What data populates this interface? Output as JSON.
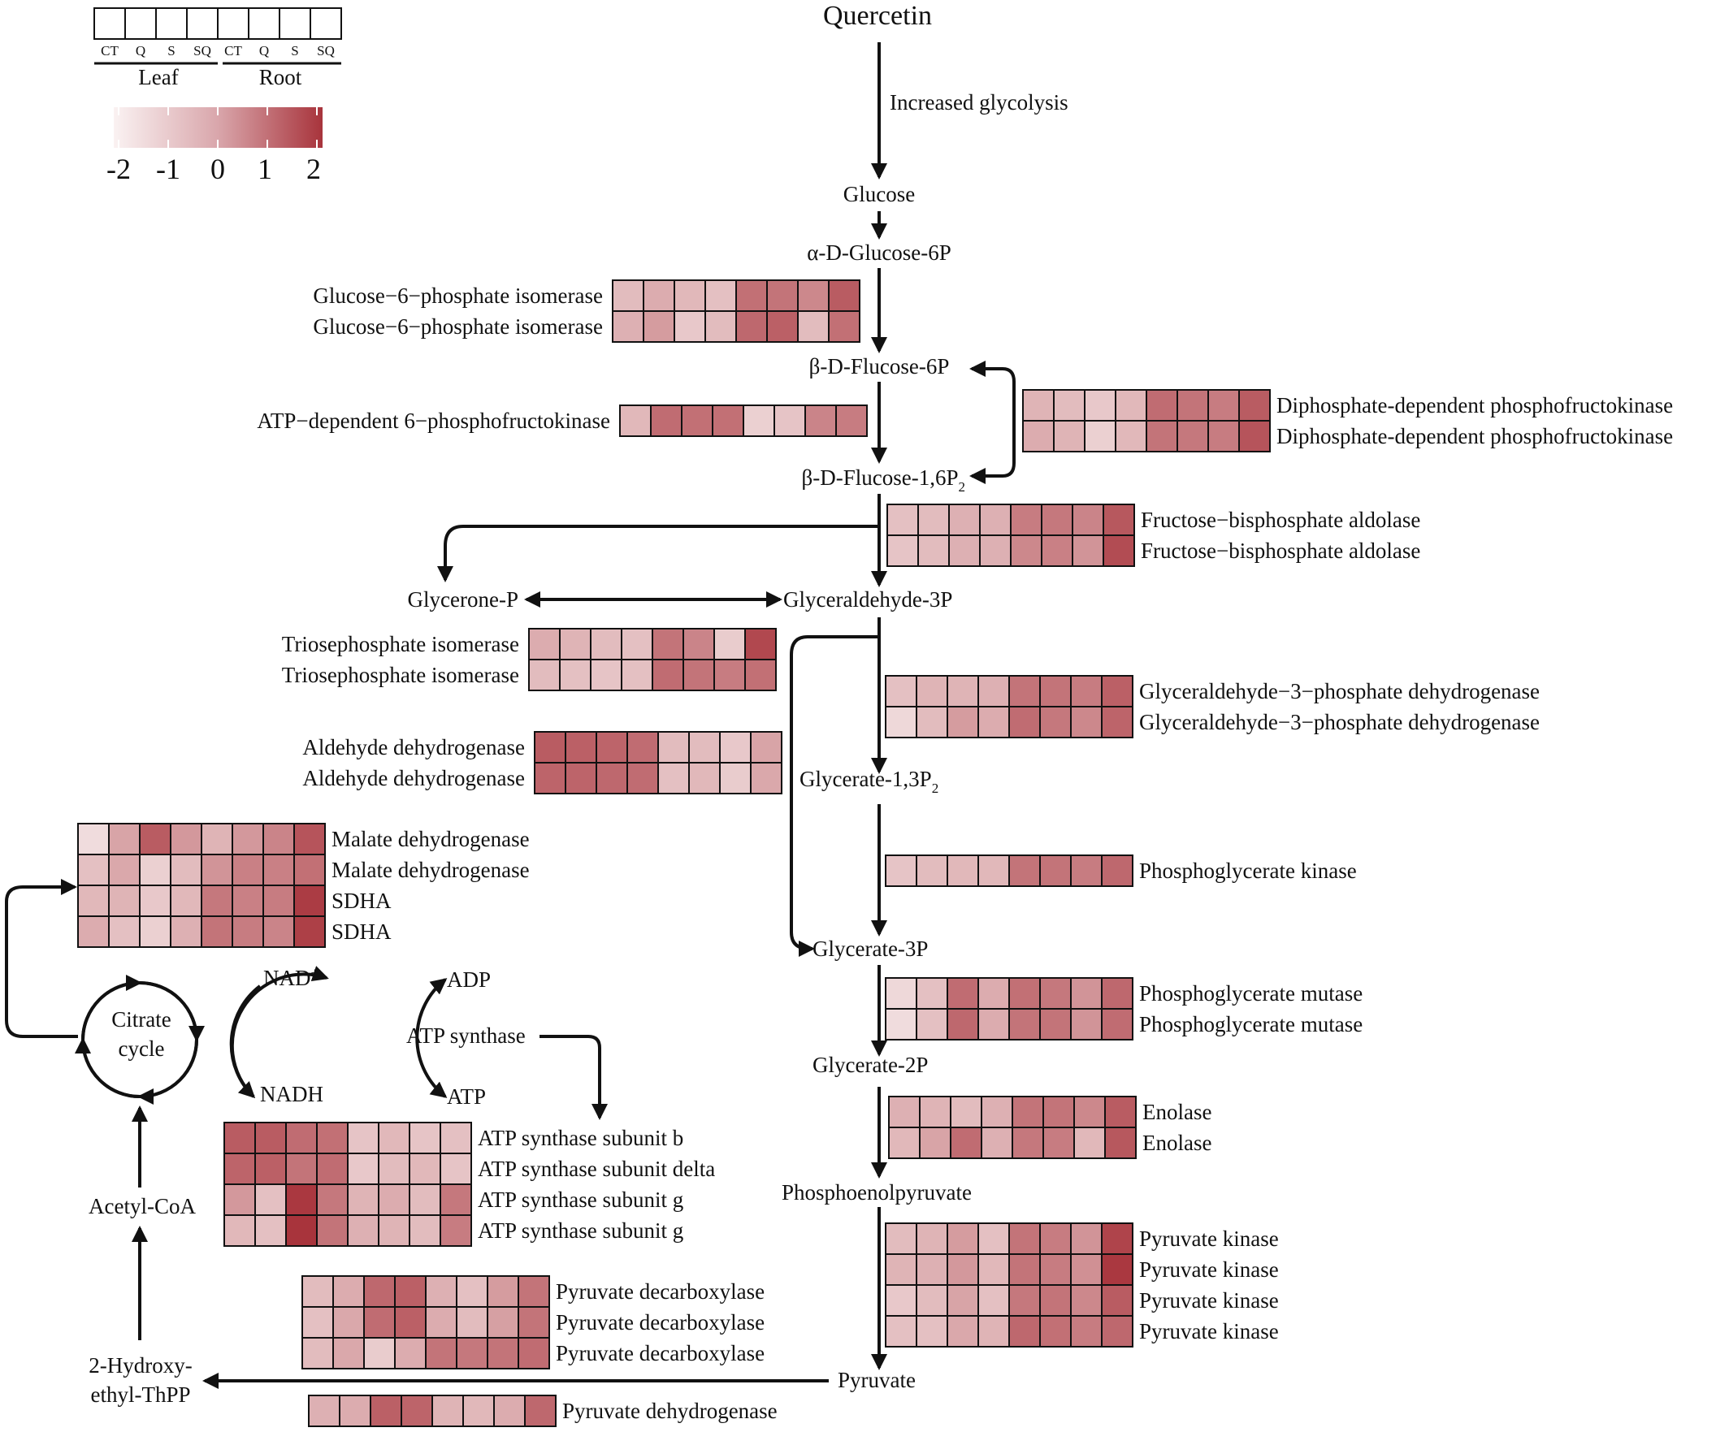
{
  "legend": {
    "sample_labels": [
      "CT",
      "Q",
      "S",
      "SQ",
      "CT",
      "Q",
      "S",
      "SQ"
    ],
    "tissues": [
      "Leaf",
      "Root"
    ],
    "colorbar_ticks": [
      "-2",
      "-1",
      "0",
      "1",
      "2"
    ],
    "color_low": "#f7ecec",
    "color_high": "#a8343c"
  },
  "metabolites": {
    "quercetin": "Quercetin",
    "glucose": "Glucose",
    "g6p": "α-D-Glucose-6P",
    "f6p": "β-D-Flucose-6P",
    "f16p_main": "β-D-Flucose-1,6P",
    "f16p_sub": "2",
    "glycerone": "Glycerone-P",
    "g3p": "Glyceraldehyde-3P",
    "bpg_main": "Glycerate-1,3P",
    "bpg_sub": "2",
    "pg3": "Glycerate-3P",
    "pg2": "Glycerate-2P",
    "pep": "Phosphoenolpyruvate",
    "pyruvate": "Pyruvate",
    "hydroxy_line1": "2-Hydroxy-",
    "hydroxy_line2": "ethyl-ThPP",
    "acetyl_coa": "Acetyl-CoA",
    "citrate_line1": "Citrate",
    "citrate_line2": "cycle",
    "nad_main": "NAD",
    "nad_sup": "+",
    "nadh": "NADH",
    "adp": "ADP",
    "atp": "ATP",
    "atp_synthase": "ATP synthase"
  },
  "annotations": {
    "increased_glycolysis": "Increased glycolysis"
  },
  "enzyme_groups": [
    {
      "id": "gpi",
      "label_side": "left",
      "rows": [
        {
          "label": "Glucose−6−phosphate isomerase",
          "values": [
            -0.8,
            -0.4,
            -0.7,
            -0.9,
            1.1,
            1.0,
            0.5,
            1.6
          ]
        },
        {
          "label": "Glucose−6−phosphate isomerase",
          "values": [
            -0.5,
            0.0,
            -1.1,
            -0.8,
            1.3,
            1.5,
            -0.8,
            1.1
          ]
        }
      ]
    },
    {
      "id": "pfk",
      "label_side": "left",
      "rows": [
        {
          "label": "ATP−dependent 6−phosphofructokinase",
          "values": [
            -0.7,
            1.2,
            1.1,
            1.1,
            -1.3,
            -1.0,
            0.6,
            0.8
          ]
        }
      ]
    },
    {
      "id": "pfp",
      "label_side": "right",
      "rows": [
        {
          "label": "Diphosphate-dependent phosphofructokinase",
          "values": [
            -0.6,
            -0.8,
            -1.1,
            -0.7,
            1.2,
            1.0,
            0.8,
            1.6
          ]
        },
        {
          "label": "Diphosphate-dependent phosphofructokinase",
          "values": [
            -0.4,
            -0.6,
            -1.3,
            -0.7,
            1.0,
            0.9,
            0.8,
            1.8
          ]
        }
      ]
    },
    {
      "id": "fba",
      "label_side": "right",
      "rows": [
        {
          "label": "Fructose−bisphosphate aldolase",
          "values": [
            -0.9,
            -0.8,
            -0.5,
            -0.5,
            0.8,
            0.9,
            0.6,
            1.7
          ]
        },
        {
          "label": "Fructose−bisphosphate aldolase",
          "values": [
            -1.0,
            -0.8,
            -0.5,
            -0.5,
            0.5,
            0.7,
            0.2,
            2.0
          ]
        }
      ]
    },
    {
      "id": "tpi",
      "label_side": "left",
      "rows": [
        {
          "label": "Triosephosphate isomerase",
          "values": [
            -0.4,
            -0.6,
            -0.8,
            -0.9,
            1.0,
            0.6,
            -1.2,
            2.1
          ]
        },
        {
          "label": "Triosephosphate isomerase",
          "values": [
            -0.8,
            -0.9,
            -1.0,
            -0.9,
            1.2,
            1.0,
            0.8,
            1.1
          ]
        }
      ]
    },
    {
      "id": "aldh",
      "label_side": "left",
      "rows": [
        {
          "label": "Aldehyde dehydrogenase",
          "values": [
            1.6,
            1.5,
            1.4,
            1.2,
            -0.8,
            -0.8,
            -1.1,
            -0.2
          ]
        },
        {
          "label": "Aldehyde dehydrogenase",
          "values": [
            1.4,
            1.4,
            1.3,
            1.2,
            -0.9,
            -0.7,
            -1.2,
            -0.3
          ]
        }
      ]
    },
    {
      "id": "gapdh",
      "label_side": "right",
      "rows": [
        {
          "label": "Glyceraldehyde−3−phosphate dehydrogenase",
          "values": [
            -0.9,
            -0.6,
            -0.6,
            -0.5,
            1.0,
            1.0,
            0.8,
            1.5
          ]
        },
        {
          "label": "Glyceraldehyde−3−phosphate dehydrogenase",
          "values": [
            -1.5,
            -0.8,
            0.0,
            -0.4,
            1.2,
            0.9,
            0.5,
            1.4
          ]
        }
      ]
    },
    {
      "id": "pgk",
      "label_side": "right",
      "rows": [
        {
          "label": "Phosphoglycerate kinase",
          "values": [
            -1.0,
            -0.8,
            -0.7,
            -0.7,
            1.0,
            1.0,
            0.8,
            1.3
          ]
        }
      ]
    },
    {
      "id": "pgam",
      "label_side": "right",
      "rows": [
        {
          "label": "Phosphoglycerate mutase",
          "values": [
            -1.5,
            -0.9,
            1.2,
            -0.4,
            1.1,
            0.9,
            0.2,
            1.3
          ]
        },
        {
          "label": "Phosphoglycerate mutase",
          "values": [
            -1.6,
            -0.9,
            1.3,
            -0.4,
            1.0,
            1.0,
            0.2,
            1.2
          ]
        }
      ]
    },
    {
      "id": "eno",
      "label_side": "right",
      "rows": [
        {
          "label": "Enolase",
          "values": [
            -0.5,
            -0.6,
            -0.8,
            -0.5,
            1.0,
            1.0,
            0.5,
            1.6
          ]
        },
        {
          "label": "Enolase",
          "values": [
            -0.7,
            -0.2,
            1.2,
            -0.5,
            0.9,
            0.8,
            -0.7,
            1.7
          ]
        }
      ]
    },
    {
      "id": "pk",
      "label_side": "right",
      "rows": [
        {
          "label": "Pyruvate kinase",
          "values": [
            -0.8,
            -0.6,
            0.0,
            -0.9,
            1.0,
            0.8,
            0.2,
            2.2
          ]
        },
        {
          "label": "Pyruvate kinase",
          "values": [
            -0.6,
            -0.5,
            0.1,
            -0.7,
            1.0,
            0.8,
            0.3,
            2.5
          ]
        },
        {
          "label": "Pyruvate kinase",
          "values": [
            -1.1,
            -0.8,
            -0.2,
            -0.9,
            0.9,
            1.0,
            0.5,
            1.6
          ]
        },
        {
          "label": "Pyruvate kinase",
          "values": [
            -0.9,
            -0.9,
            -0.3,
            -0.6,
            1.3,
            1.1,
            0.8,
            1.3
          ]
        }
      ]
    },
    {
      "id": "tca",
      "label_side": "right",
      "rows": [
        {
          "label": "Malate dehydrogenase",
          "values": [
            -1.6,
            -0.2,
            1.6,
            0.1,
            -0.6,
            0.1,
            0.6,
            1.8
          ]
        },
        {
          "label": "Malate dehydrogenase",
          "values": [
            -0.9,
            -0.3,
            -1.3,
            -0.8,
            0.2,
            0.7,
            0.7,
            1.1
          ]
        },
        {
          "label": "SDHA",
          "values": [
            -0.7,
            -0.6,
            -1.1,
            -0.7,
            0.9,
            0.7,
            0.8,
            2.4
          ]
        },
        {
          "label": "SDHA",
          "values": [
            -0.4,
            -0.9,
            -1.3,
            -0.5,
            1.0,
            0.8,
            0.6,
            2.3
          ]
        }
      ]
    },
    {
      "id": "atps",
      "label_side": "right",
      "rows": [
        {
          "label": "ATP synthase subunit b",
          "values": [
            1.6,
            1.6,
            1.2,
            1.1,
            -1.0,
            -0.7,
            -1.0,
            -0.9
          ]
        },
        {
          "label": "ATP synthase subunit delta",
          "values": [
            1.4,
            1.5,
            1.0,
            1.2,
            -1.1,
            -0.8,
            -0.7,
            -1.0
          ]
        },
        {
          "label": "ATP synthase subunit g",
          "values": [
            0.1,
            -0.9,
            2.5,
            0.9,
            -0.6,
            -0.4,
            -0.8,
            0.9
          ]
        },
        {
          "label": "ATP synthase subunit g",
          "values": [
            -0.7,
            -0.9,
            2.6,
            1.0,
            -0.5,
            -0.6,
            -0.8,
            0.8
          ]
        }
      ]
    },
    {
      "id": "pdc",
      "label_side": "right",
      "rows": [
        {
          "label": "Pyruvate decarboxylase",
          "values": [
            -0.8,
            -0.4,
            1.3,
            1.5,
            -0.5,
            -0.9,
            0.0,
            1.0
          ]
        },
        {
          "label": "Pyruvate decarboxylase",
          "values": [
            -0.9,
            -0.3,
            1.2,
            1.5,
            -0.4,
            -0.8,
            -0.1,
            1.0
          ]
        },
        {
          "label": "Pyruvate decarboxylase",
          "values": [
            -0.8,
            -0.3,
            -1.2,
            -0.4,
            1.0,
            0.9,
            1.0,
            1.2
          ]
        }
      ]
    },
    {
      "id": "pdh",
      "label_side": "right",
      "rows": [
        {
          "label": "Pyruvate dehydrogenase",
          "values": [
            -0.5,
            -0.4,
            1.5,
            1.4,
            -0.6,
            -0.7,
            -0.4,
            1.3
          ]
        }
      ]
    }
  ]
}
